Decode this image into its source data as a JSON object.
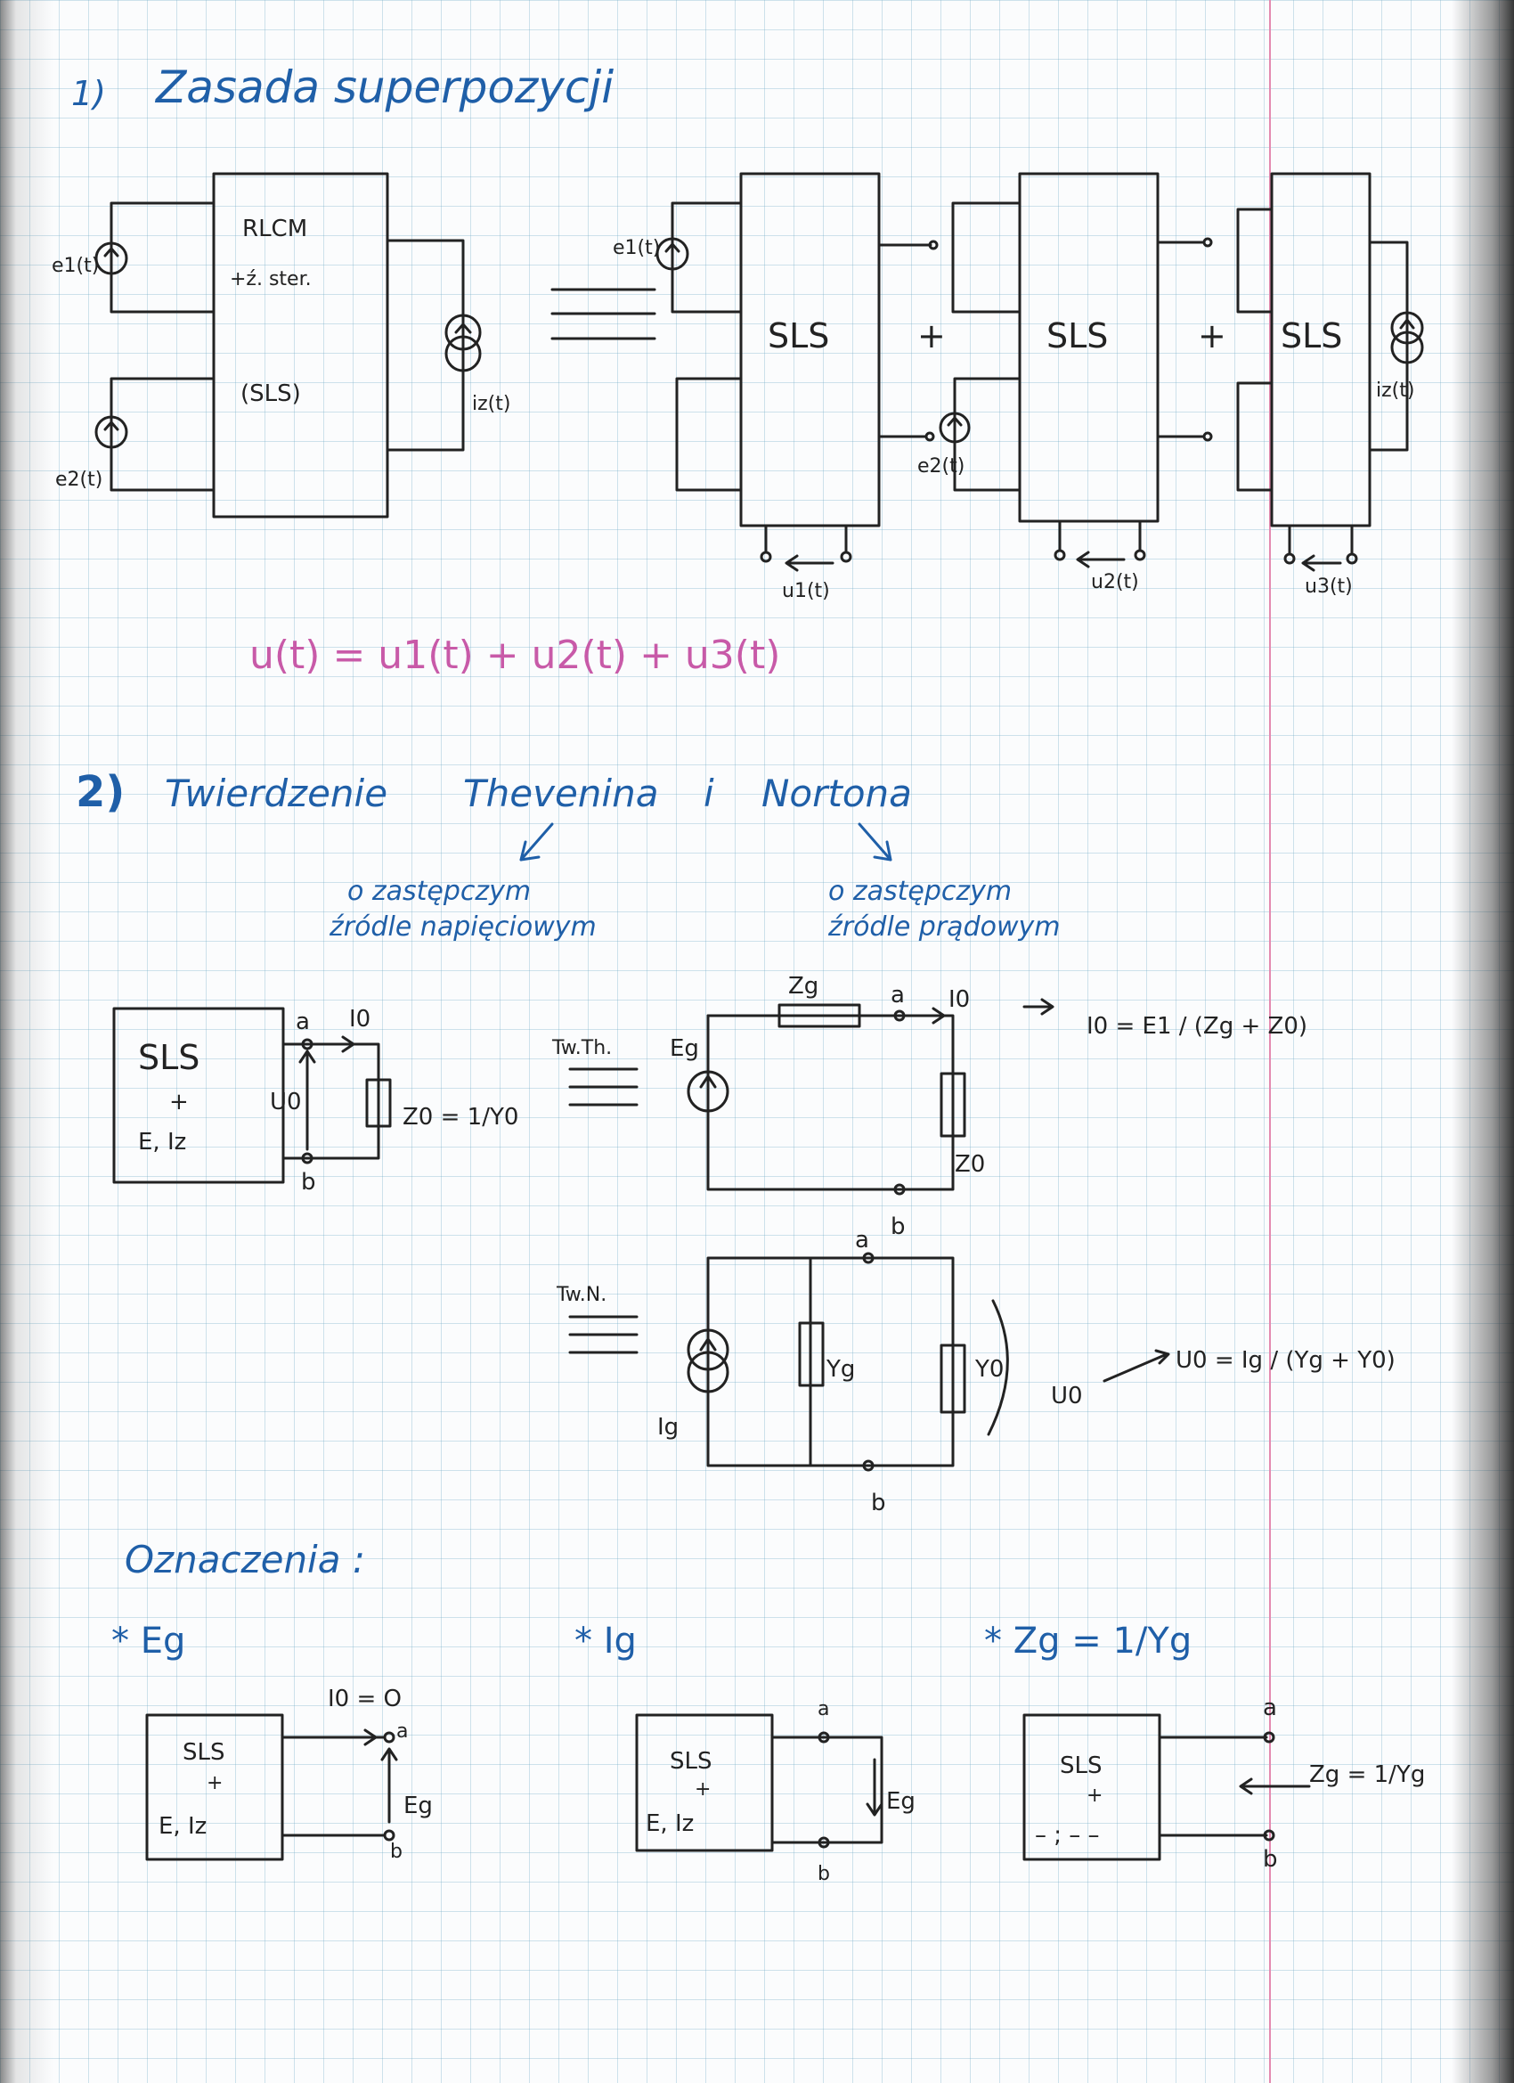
{
  "section1": {
    "number": "1)",
    "title": "Zasada superpozycji",
    "source_e1": "e1(t)",
    "source_e2": "e2(t)",
    "source_iz": "iz(t)",
    "box_line1": "RLCM",
    "box_line2": "+ź. ster.",
    "box_line3": "(SLS)",
    "sls": "SLS",
    "plus": "+",
    "u1": "u1(t)",
    "u2": "u2(t)",
    "u3": "u3(t)",
    "formula": "u(t) = u1(t) + u2(t) + u3(t)"
  },
  "section2": {
    "number": "2)",
    "title_a": "Twierdzenie",
    "title_b": "Thevenina",
    "title_c": "i",
    "title_d": "Nortona",
    "note_thevenin": [
      "o zastępczym",
      "źródle napięciowym"
    ],
    "note_norton": [
      "o zastępczym",
      "źródle prądowym"
    ],
    "box_line1": "SLS",
    "box_line2": "+",
    "box_line3": "E, Iz",
    "node_a": "a",
    "node_b": "b",
    "I0": "I0",
    "U0": "U0",
    "Z0_eq": "Z0 = 1/Y0",
    "tw_th": "Tw.Th.",
    "tw_n": "Tw.N.",
    "Zg": "Zg",
    "Eg": "Eg",
    "Z0": "Z0",
    "formula_th": "I0 = E1 / (Zg + Z0)",
    "Ig": "Ig",
    "Yg": "Yg",
    "Y0": "Y0",
    "formula_n": "U0 = Ig / (Yg + Y0)"
  },
  "notation": {
    "title": "Oznaczenia :",
    "item1": "* Eg",
    "item2": "* Ig",
    "item3": "* Zg = 1/Yg",
    "box_sls": "SLS",
    "box_plus": "+",
    "box_src": "E, Iz",
    "box_none": "– ; – –",
    "I0_zero": "I0 = O",
    "Eg": "Eg",
    "Zg_eq": "Zg = 1/Yg",
    "a": "a",
    "b": "b"
  }
}
